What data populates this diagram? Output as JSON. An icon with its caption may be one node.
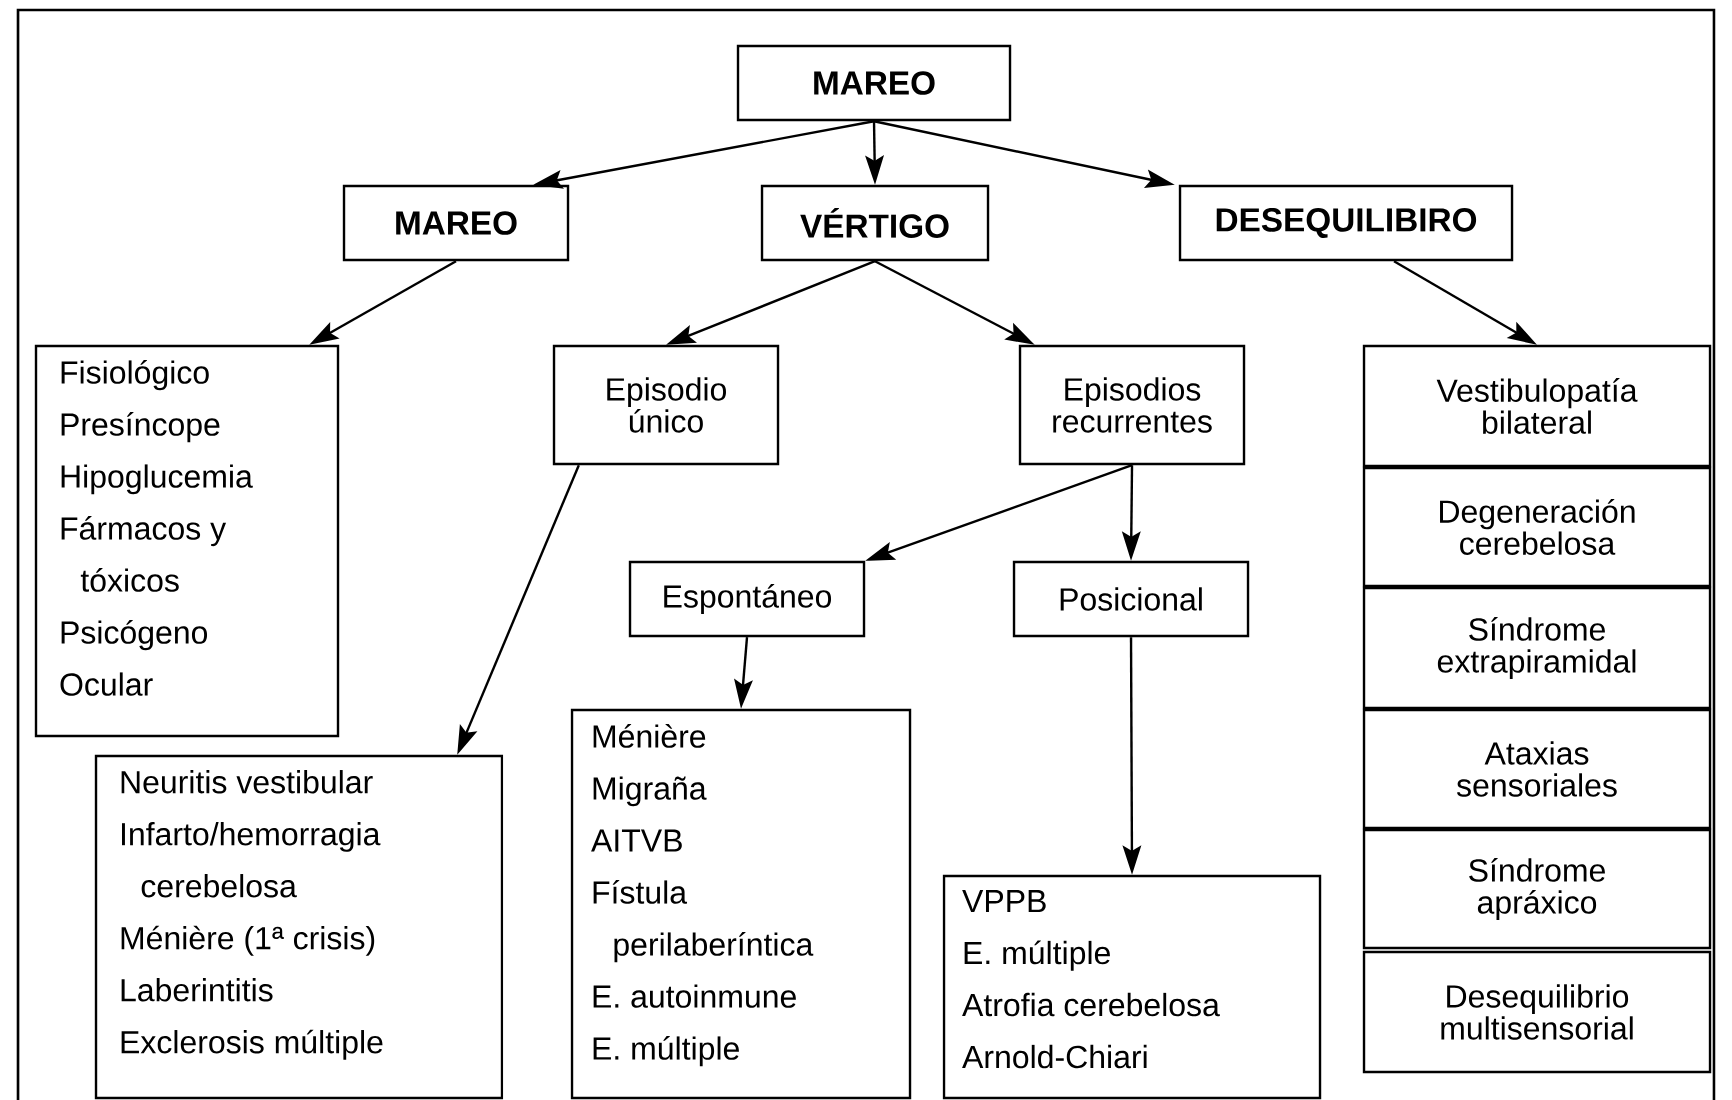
{
  "diagram": {
    "nodes": [
      {
        "text": [
          "MAREO"
        ]
      },
      {
        "text": [
          "MAREO"
        ]
      },
      {
        "text": [
          "VÉRTIGO"
        ]
      },
      {
        "text": [
          "DESEQUILIBIRO"
        ]
      },
      {
        "text": [
          "Fisiológico",
          "Presíncope",
          "Hipoglucemia",
          "Fármacos y tóxicos",
          "Psicógeno",
          "Ocular"
        ]
      },
      {
        "text": [
          "Episodio único"
        ]
      },
      {
        "text": [
          "Episodios recurrentes"
        ]
      },
      {
        "text": [
          "Vestibulopatía bilateral"
        ]
      },
      {
        "text": [
          "Degeneración cerebelosa"
        ]
      },
      {
        "text": [
          "Síndrome extrapiramidal"
        ]
      },
      {
        "text": [
          "Ataxias sensoriales"
        ]
      },
      {
        "text": [
          "Síndrome apráxico"
        ]
      },
      {
        "text": [
          "Desequilibrio multisensorial"
        ]
      },
      {
        "text": [
          "Espontáneo"
        ]
      },
      {
        "text": [
          "Posicional"
        ]
      },
      {
        "text": [
          "Neuritis vestibular",
          "Infarto/hemorragia cerebelosa",
          "Ménière (1ª crisis)",
          "Laberintitis",
          "Exclerosis múltiple"
        ]
      },
      {
        "text": [
          "Ménière",
          "Migraña",
          "AITVB",
          "Fístula perilaberíntica",
          "E. autoinmune",
          "E. múltiple"
        ]
      },
      {
        "text": [
          "VPPB",
          "E. múltiple",
          "Atrofia cerebelosa",
          "Arnold-Chiari"
        ]
      }
    ],
    "edges": [
      {
        "from": 0,
        "to": 1,
        "arrow": "to"
      },
      {
        "from": 0,
        "to": 2,
        "arrow": "to"
      },
      {
        "from": 0,
        "to": 3,
        "arrow": "to"
      },
      {
        "from": 1,
        "to": 4,
        "arrow": "to"
      },
      {
        "from": 2,
        "to": 5,
        "arrow": "to"
      },
      {
        "from": 2,
        "to": 6,
        "arrow": "to"
      },
      {
        "from": 3,
        "to": 7,
        "arrow": "to"
      },
      {
        "from": 5,
        "to": 15,
        "arrow": "to"
      },
      {
        "from": 6,
        "to": 13,
        "arrow": "to"
      },
      {
        "from": 6,
        "to": 14,
        "arrow": "to"
      },
      {
        "from": 13,
        "to": 16,
        "arrow": "to"
      },
      {
        "from": 14,
        "to": 17,
        "arrow": "to"
      }
    ]
  }
}
